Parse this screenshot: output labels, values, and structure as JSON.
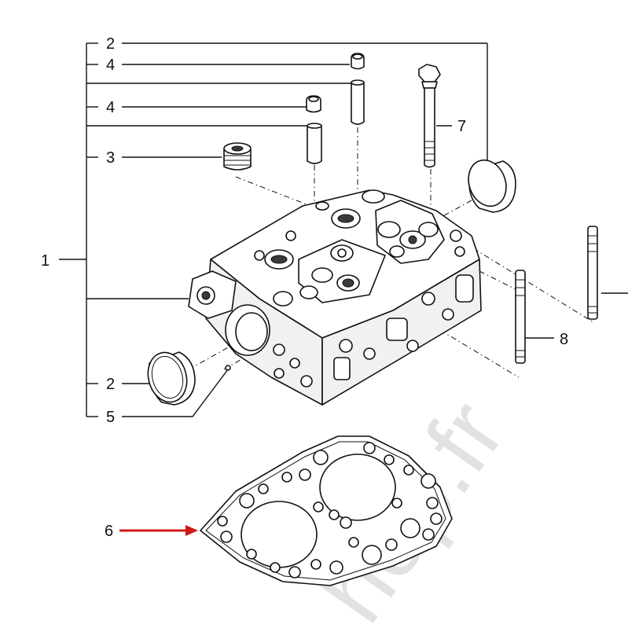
{
  "diagram": {
    "callouts": [
      {
        "id": "c1",
        "label": "1"
      },
      {
        "id": "c2a",
        "label": "2"
      },
      {
        "id": "c4a",
        "label": "4"
      },
      {
        "id": "c4b",
        "label": "4"
      },
      {
        "id": "c3",
        "label": "3"
      },
      {
        "id": "c2b",
        "label": "2"
      },
      {
        "id": "c5",
        "label": "5"
      },
      {
        "id": "c7",
        "label": "7"
      },
      {
        "id": "c8",
        "label": "8"
      },
      {
        "id": "c6",
        "label": "6"
      }
    ],
    "watermark": "hop.fr",
    "arrow_color": "#cc1a1a"
  }
}
